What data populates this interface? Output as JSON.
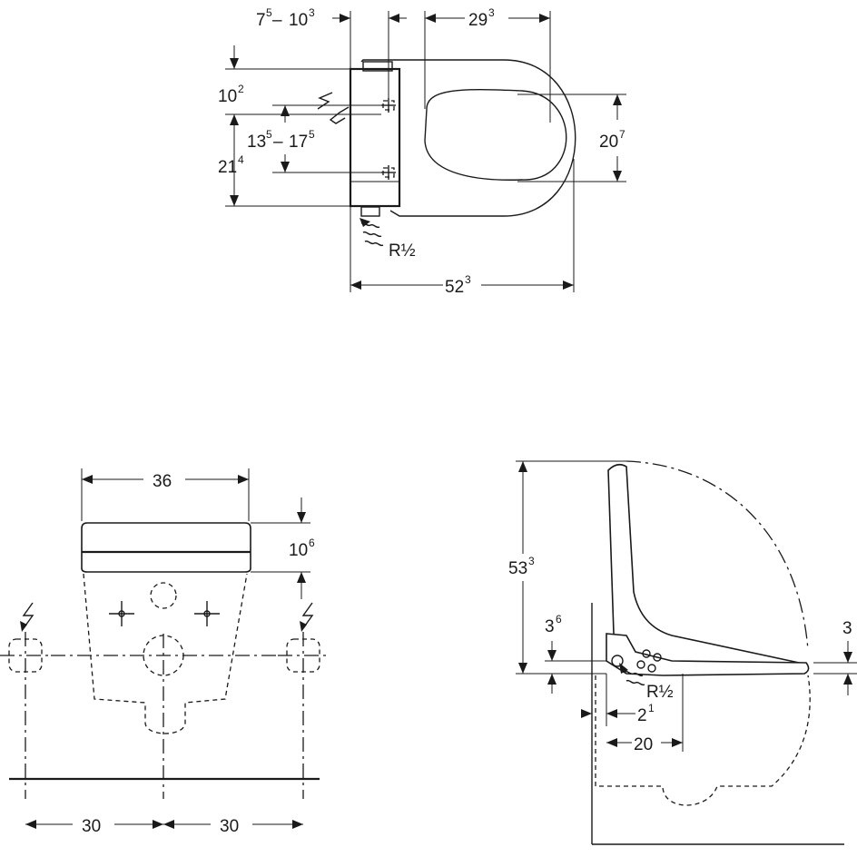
{
  "top_view": {
    "dim_offset": {
      "base": "7",
      "base_sup": "5",
      "dash": "–",
      "end": "10",
      "end_sup": "3"
    },
    "dim_seat_length": {
      "base": "29",
      "sup": "3"
    },
    "dim_top_to_anchor": {
      "base": "10",
      "sup": "2"
    },
    "dim_anchor_range": {
      "base": "13",
      "base_sup": "5",
      "dash": "–",
      "end": "17",
      "end_sup": "5"
    },
    "dim_anchor_height": {
      "base": "21",
      "sup": "4"
    },
    "dim_seat_width": {
      "base": "20",
      "sup": "7"
    },
    "dim_total_length": {
      "base": "52",
      "sup": "3"
    },
    "water_label": "R½"
  },
  "front_view": {
    "dim_width": "36",
    "dim_height": {
      "base": "10",
      "sup": "6"
    },
    "dim_left_spacing": "30",
    "dim_right_spacing": "30"
  },
  "side_view": {
    "dim_lid_height": {
      "base": "53",
      "sup": "3"
    },
    "dim_connection_height": {
      "base": "3",
      "sup": "6"
    },
    "dim_seat_thickness": "3",
    "dim_connection_offset": {
      "base": "2",
      "sup": "1"
    },
    "dim_depth": "20",
    "water_label": "R½"
  }
}
